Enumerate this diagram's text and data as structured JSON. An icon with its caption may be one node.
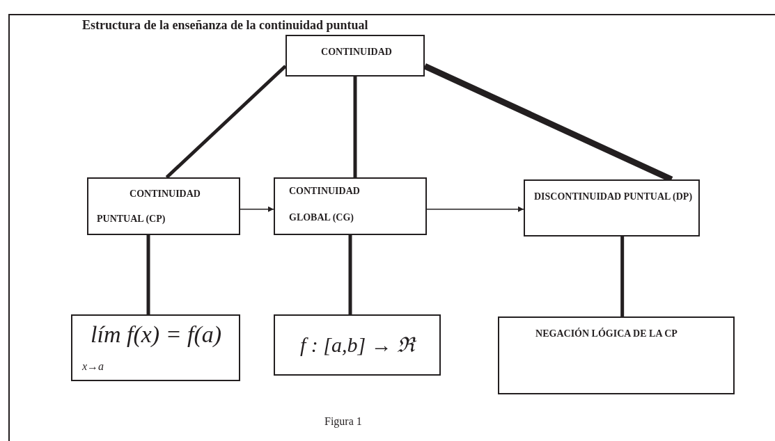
{
  "diagram": {
    "title": "Estructura de la enseñanza de la continuidad puntual",
    "caption": "Figura 1",
    "nodes": [
      {
        "text": [
          "CONTINUIDAD"
        ]
      },
      {
        "text": [
          "CONTINUIDAD",
          "PUNTUAL (CP)"
        ]
      },
      {
        "text": [
          "CONTINUIDAD",
          "GLOBAL (CG)"
        ]
      },
      {
        "text": [
          "DISCONTINUIDAD PUNTUAL (DP)"
        ]
      },
      {
        "text": [
          "lím f(x) = f(a)",
          "x→a"
        ]
      },
      {
        "text": [
          "f : [a,b] → ℜ"
        ]
      },
      {
        "text": [
          "NEGACIÓN LÓGICA DE LA CP"
        ]
      }
    ],
    "edges": [
      {
        "from": 0,
        "to": 1,
        "arrow": "none"
      },
      {
        "from": 0,
        "to": 2,
        "arrow": "none"
      },
      {
        "from": 0,
        "to": 3,
        "arrow": "none",
        "style": "thick"
      },
      {
        "from": 1,
        "to": 2,
        "arrow": "to"
      },
      {
        "from": 2,
        "to": 3,
        "arrow": "to"
      },
      {
        "from": 1,
        "to": 4,
        "arrow": "none"
      },
      {
        "from": 2,
        "to": 5,
        "arrow": "none"
      },
      {
        "from": 3,
        "to": 6,
        "arrow": "none"
      }
    ]
  }
}
